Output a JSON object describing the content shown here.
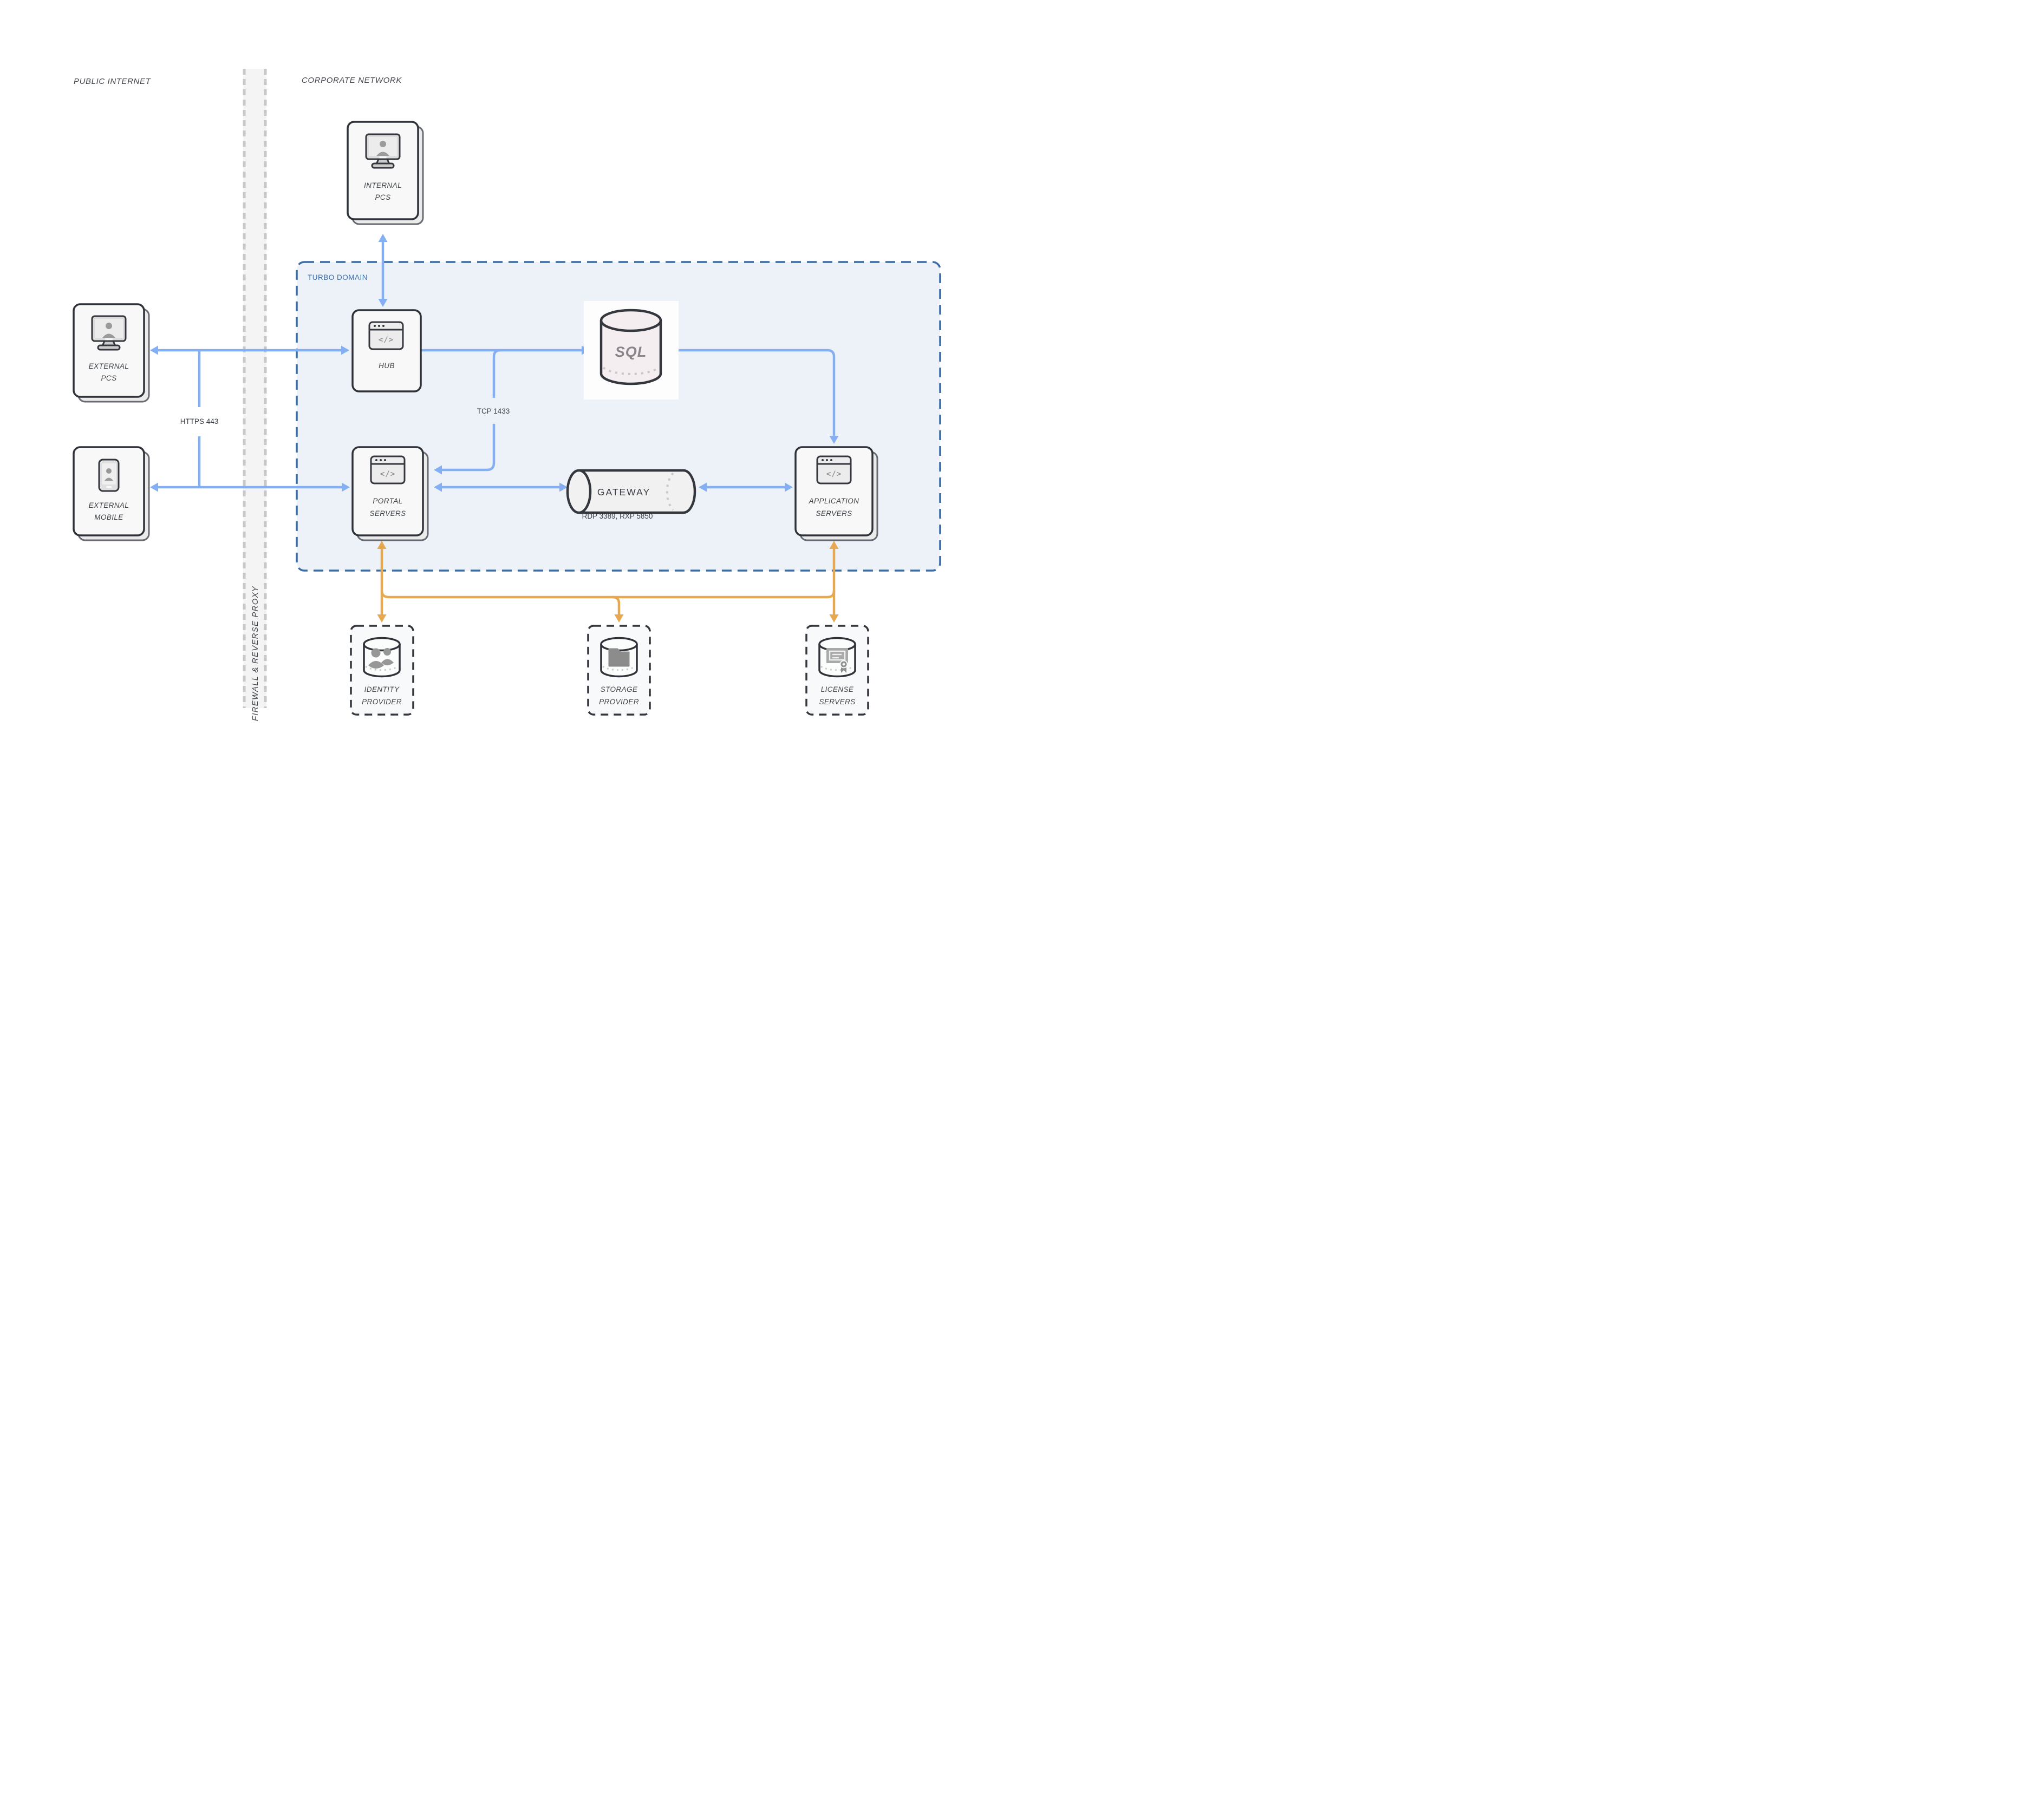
{
  "regions": {
    "public_internet": "PUBLIC INTERNET",
    "corporate_network": "CORPORATE NETWORK",
    "firewall": "FIREWALL & REVERSE PROXY",
    "turbo_domain": "TURBO DOMAIN"
  },
  "nodes": {
    "internal_pcs": {
      "line1": "INTERNAL",
      "line2": "PCS"
    },
    "external_pcs": {
      "line1": "EXTERNAL",
      "line2": "PCS"
    },
    "external_mobile": {
      "line1": "EXTERNAL",
      "line2": "MOBILE"
    },
    "hub": {
      "line1": "HUB"
    },
    "sql": {
      "label": "SQL"
    },
    "portal_servers": {
      "line1": "PORTAL",
      "line2": "SERVERS"
    },
    "gateway": {
      "label": "GATEWAY",
      "ports": "RDP 3389, RXP 5850"
    },
    "application_servers": {
      "line1": "APPLICATION",
      "line2": "SERVERS"
    },
    "identity_provider": {
      "line1": "IDENTITY",
      "line2": "PROVIDER"
    },
    "storage_provider": {
      "line1": "STORAGE",
      "line2": "PROVIDER"
    },
    "license_servers": {
      "line1": "LICENSE",
      "line2": "SERVERS"
    }
  },
  "edges": {
    "https": "HTTPS 443",
    "tcp": "TCP 1433"
  },
  "icons": {
    "code_glyph": "</>"
  },
  "colors": {
    "arrow_blue": "#85aff3",
    "arrow_orange": "#e6a951",
    "domain_border": "#3a6ca5",
    "domain_fill": "#edf1f8",
    "node_border": "#2f3339",
    "card_fill": "#f7f8f7",
    "firewall_fill": "#f4f4f5"
  }
}
